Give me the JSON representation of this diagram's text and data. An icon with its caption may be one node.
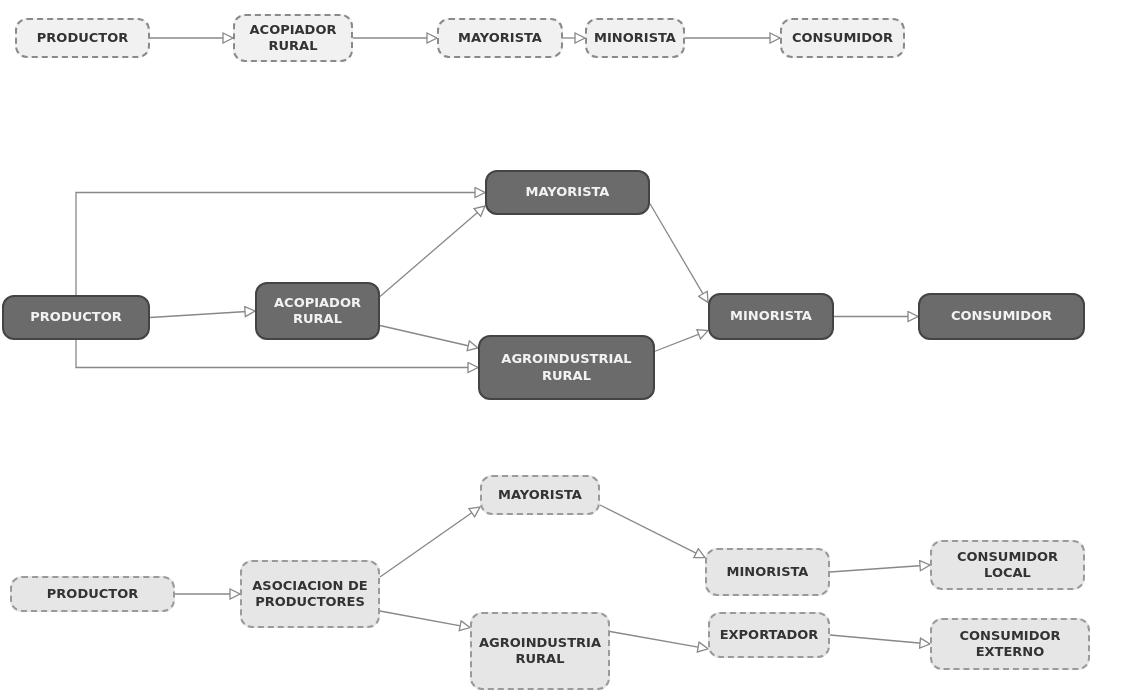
{
  "diagram": {
    "nodes": [
      {
        "text": [
          "PRODUCTOR"
        ]
      },
      {
        "text": [
          "ACOPIADOR RURAL"
        ]
      },
      {
        "text": [
          "MAYORISTA"
        ]
      },
      {
        "text": [
          "MINORISTA"
        ]
      },
      {
        "text": [
          "CONSUMIDOR"
        ]
      },
      {
        "text": [
          "PRODUCTOR"
        ]
      },
      {
        "text": [
          "ACOPIADOR RURAL"
        ]
      },
      {
        "text": [
          "MAYORISTA"
        ]
      },
      {
        "text": [
          "AGROINDUSTRIAL RURAL"
        ]
      },
      {
        "text": [
          "MINORISTA"
        ]
      },
      {
        "text": [
          "CONSUMIDOR"
        ]
      },
      {
        "text": [
          "PRODUCTOR"
        ]
      },
      {
        "text": [
          "ASOCIACION DE PRODUCTORES"
        ]
      },
      {
        "text": [
          "MAYORISTA"
        ]
      },
      {
        "text": [
          "AGROINDUSTRIA RURAL"
        ]
      },
      {
        "text": [
          "MINORISTA"
        ]
      },
      {
        "text": [
          "EXPORTADOR"
        ]
      },
      {
        "text": [
          "CONSUMIDOR LOCAL"
        ]
      },
      {
        "text": [
          "CONSUMIDOR EXTERNO"
        ]
      }
    ],
    "edges": [
      {
        "from": 0,
        "to": 1,
        "arrow": "to"
      },
      {
        "from": 1,
        "to": 2,
        "arrow": "to"
      },
      {
        "from": 2,
        "to": 3,
        "arrow": "to"
      },
      {
        "from": 3,
        "to": 4,
        "arrow": "to"
      },
      {
        "from": 5,
        "to": 7,
        "arrow": "to"
      },
      {
        "from": 5,
        "to": 6,
        "arrow": "to"
      },
      {
        "from": 5,
        "to": 8,
        "arrow": "to"
      },
      {
        "from": 6,
        "to": 7,
        "arrow": "to"
      },
      {
        "from": 6,
        "to": 8,
        "arrow": "to"
      },
      {
        "from": 7,
        "to": 9,
        "arrow": "to"
      },
      {
        "from": 8,
        "to": 9,
        "arrow": "to"
      },
      {
        "from": 9,
        "to": 10,
        "arrow": "to"
      },
      {
        "from": 11,
        "to": 12,
        "arrow": "to"
      },
      {
        "from": 12,
        "to": 13,
        "arrow": "to"
      },
      {
        "from": 12,
        "to": 14,
        "arrow": "to"
      },
      {
        "from": 13,
        "to": 15,
        "arrow": "to"
      },
      {
        "from": 14,
        "to": 16,
        "arrow": "to"
      },
      {
        "from": 15,
        "to": 17,
        "arrow": "to"
      },
      {
        "from": 16,
        "to": 18,
        "arrow": "to"
      }
    ]
  }
}
